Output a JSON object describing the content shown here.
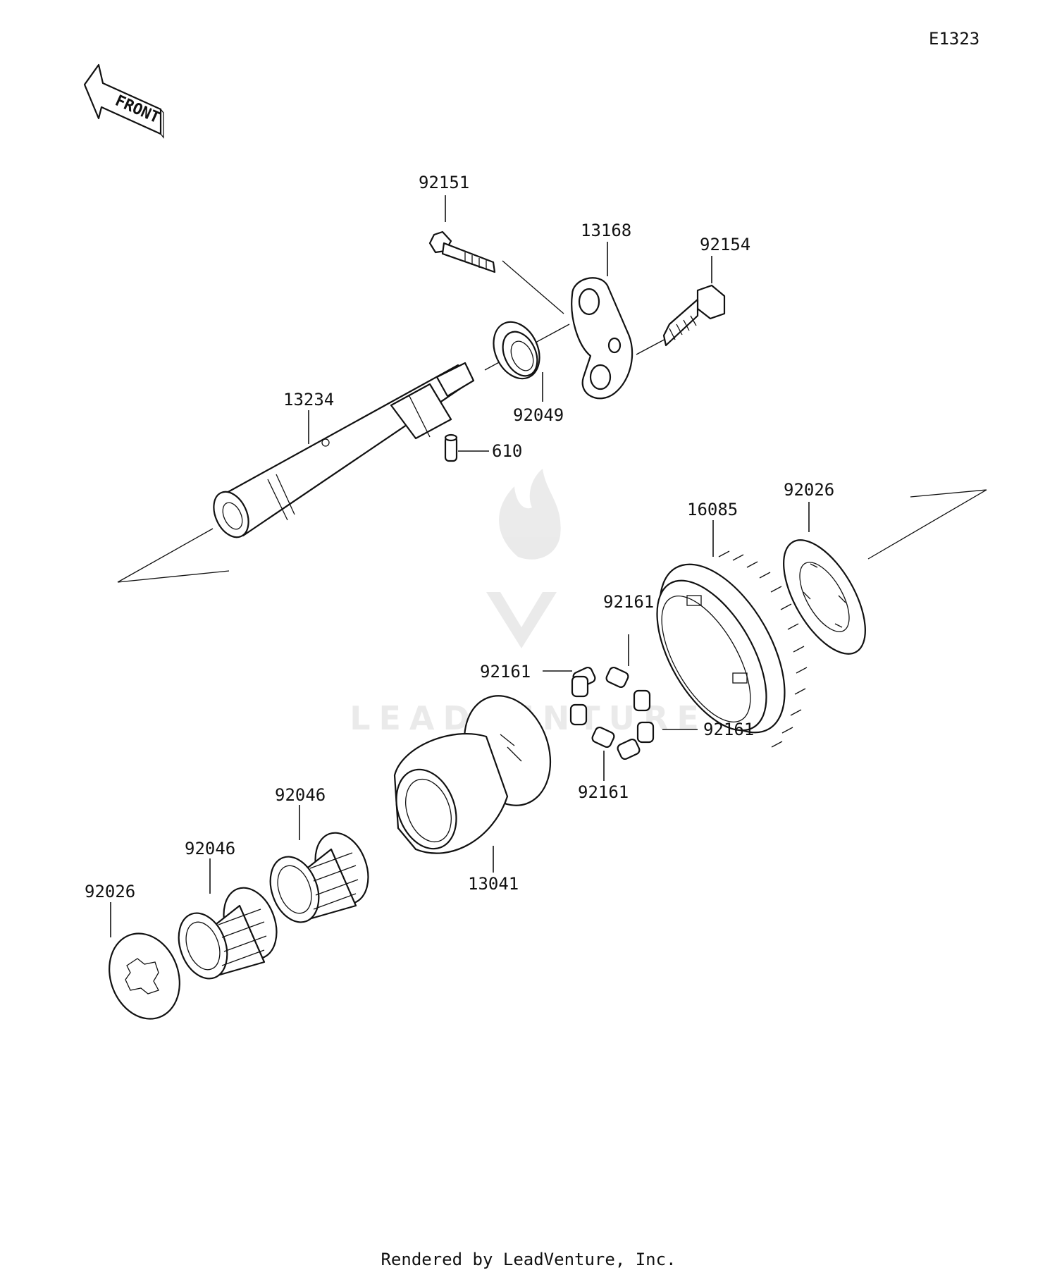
{
  "diagram_code": "E1323",
  "front_arrow": "FRONT",
  "watermark": "LEADVENTURE",
  "footer": "Rendered by LeadVenture, Inc.",
  "parts": [
    {
      "id": "p92151",
      "number": "92151"
    },
    {
      "id": "p13168",
      "number": "13168"
    },
    {
      "id": "p92154",
      "number": "92154"
    },
    {
      "id": "p13234",
      "number": "13234"
    },
    {
      "id": "p92049",
      "number": "92049"
    },
    {
      "id": "p610",
      "number": "610"
    },
    {
      "id": "p16085",
      "number": "16085"
    },
    {
      "id": "p92026a",
      "number": "92026"
    },
    {
      "id": "p92161a",
      "number": "92161"
    },
    {
      "id": "p92161b",
      "number": "92161"
    },
    {
      "id": "p92161c",
      "number": "92161"
    },
    {
      "id": "p92161d",
      "number": "92161"
    },
    {
      "id": "p92046a",
      "number": "92046"
    },
    {
      "id": "p92046b",
      "number": "92046"
    },
    {
      "id": "p13041",
      "number": "13041"
    },
    {
      "id": "p92026b",
      "number": "92026"
    }
  ]
}
